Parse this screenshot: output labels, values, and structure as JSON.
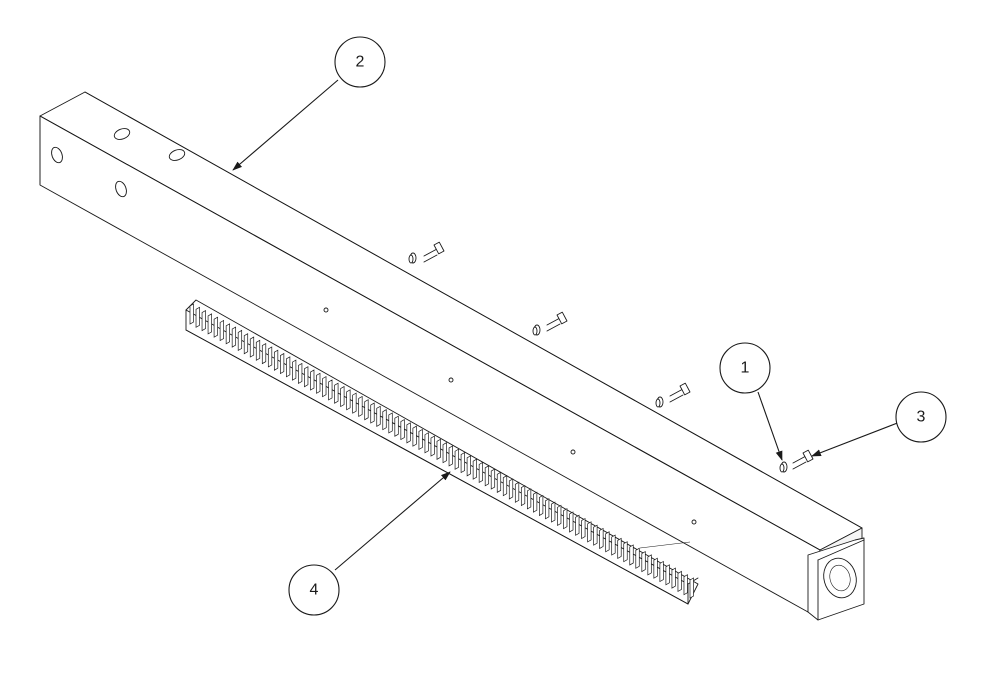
{
  "balloons": [
    {
      "id": "1",
      "label": "1",
      "part": "washer"
    },
    {
      "id": "2",
      "label": "2",
      "part": "square-tube-beam"
    },
    {
      "id": "3",
      "label": "3",
      "part": "cap-screw"
    },
    {
      "id": "4",
      "label": "4",
      "part": "gear-rack"
    }
  ],
  "colors": {
    "line": "#1a1a1a",
    "background": "#ffffff"
  }
}
